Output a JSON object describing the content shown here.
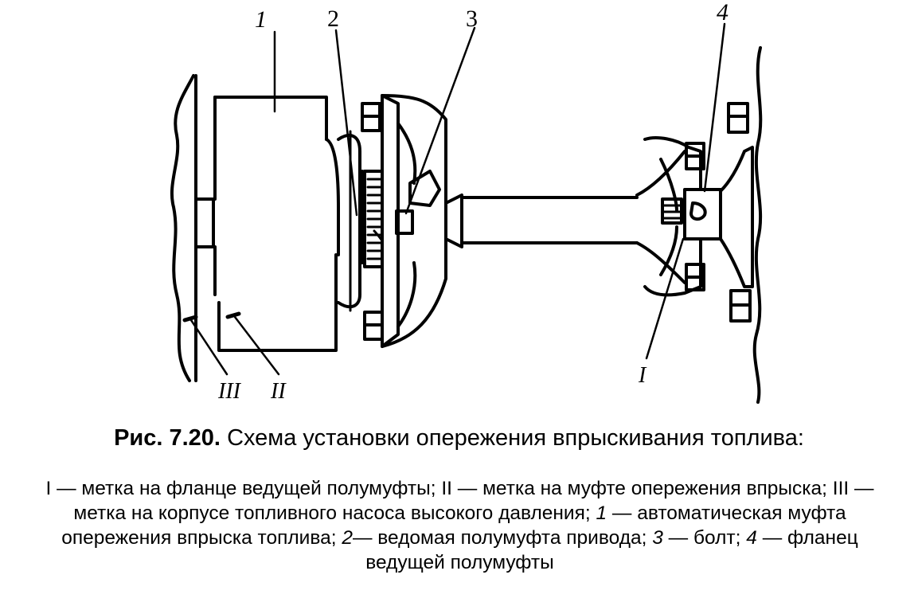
{
  "figure": {
    "callouts": [
      "1",
      "2",
      "3",
      "4"
    ],
    "marks": [
      "III",
      "II",
      "I"
    ]
  },
  "caption": {
    "number": "Рис. 7.20.",
    "title": "Схема установки опережения впрыскивания топлива:"
  },
  "legend": {
    "items": [
      {
        "key": "I",
        "text": " — метка на фланце ведущей полумуфты; "
      },
      {
        "key": "II",
        "text": " — метка на муфте опережения впрыска; "
      },
      {
        "key": "III",
        "text": " — метка на корпусе топливного насоса высокого давления; "
      },
      {
        "key": "1",
        "text": " — автоматическая муфта опережения впрыска топлива; "
      },
      {
        "key": "2",
        "text": "— ведомая полумуфта привода; "
      },
      {
        "key": "3",
        "text": " — болт; "
      },
      {
        "key": "4",
        "text": " — фланец ведущей полумуфты"
      }
    ]
  }
}
